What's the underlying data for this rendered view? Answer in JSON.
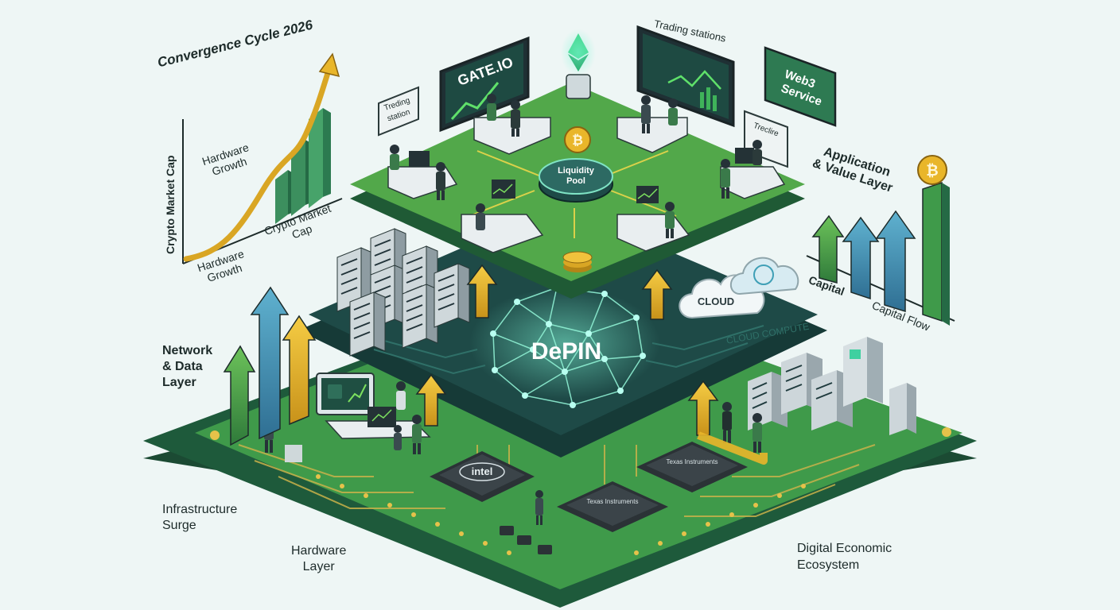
{
  "labels": {
    "chart_title": "Convergence Cycle 2026",
    "y_axis": "Crypto Market Cap",
    "hardware_growth_top": "Hardware\nGrowth",
    "hardware_growth_bottom": "Hardware\nGrowth",
    "crypto_market_cap": "Crypto Market\nCap",
    "trading_stations": "Trading stations",
    "trading_station_card": "Treding\nstation",
    "gate_io": "GATE.IO",
    "web3_service": "Web3\nService",
    "treclire_card": "Treclire",
    "liquidity_pool": "Liquidity\nPool",
    "application_layer": "Application\n& Value Layer",
    "capital": "Capital",
    "capital_flow": "Capital Flow",
    "cloud": "CLOUD",
    "cloud_compute": "CLOUD COMPUTE",
    "depin": "DePIN",
    "network_layer": "Network\n& Data\nLayer",
    "infrastructure_surge": "Infrastructure\nSurge",
    "hardware_layer": "Hardware\nLayer",
    "digital_ecosystem": "Digital Economic\nEcosystem",
    "chip_intel": "intel",
    "chip_texas_1": "Texas\nInstruments",
    "chip_texas_2": "Texas\nInstruments"
  },
  "colors": {
    "board_green": "#3f9a4a",
    "board_dark": "#1f4f3a",
    "network_dark": "#1e4a47",
    "top_green": "#52a84a",
    "gold": "#e9b62a",
    "teal": "#3fa6a3",
    "arrow_blue": "#3c8fb0"
  }
}
